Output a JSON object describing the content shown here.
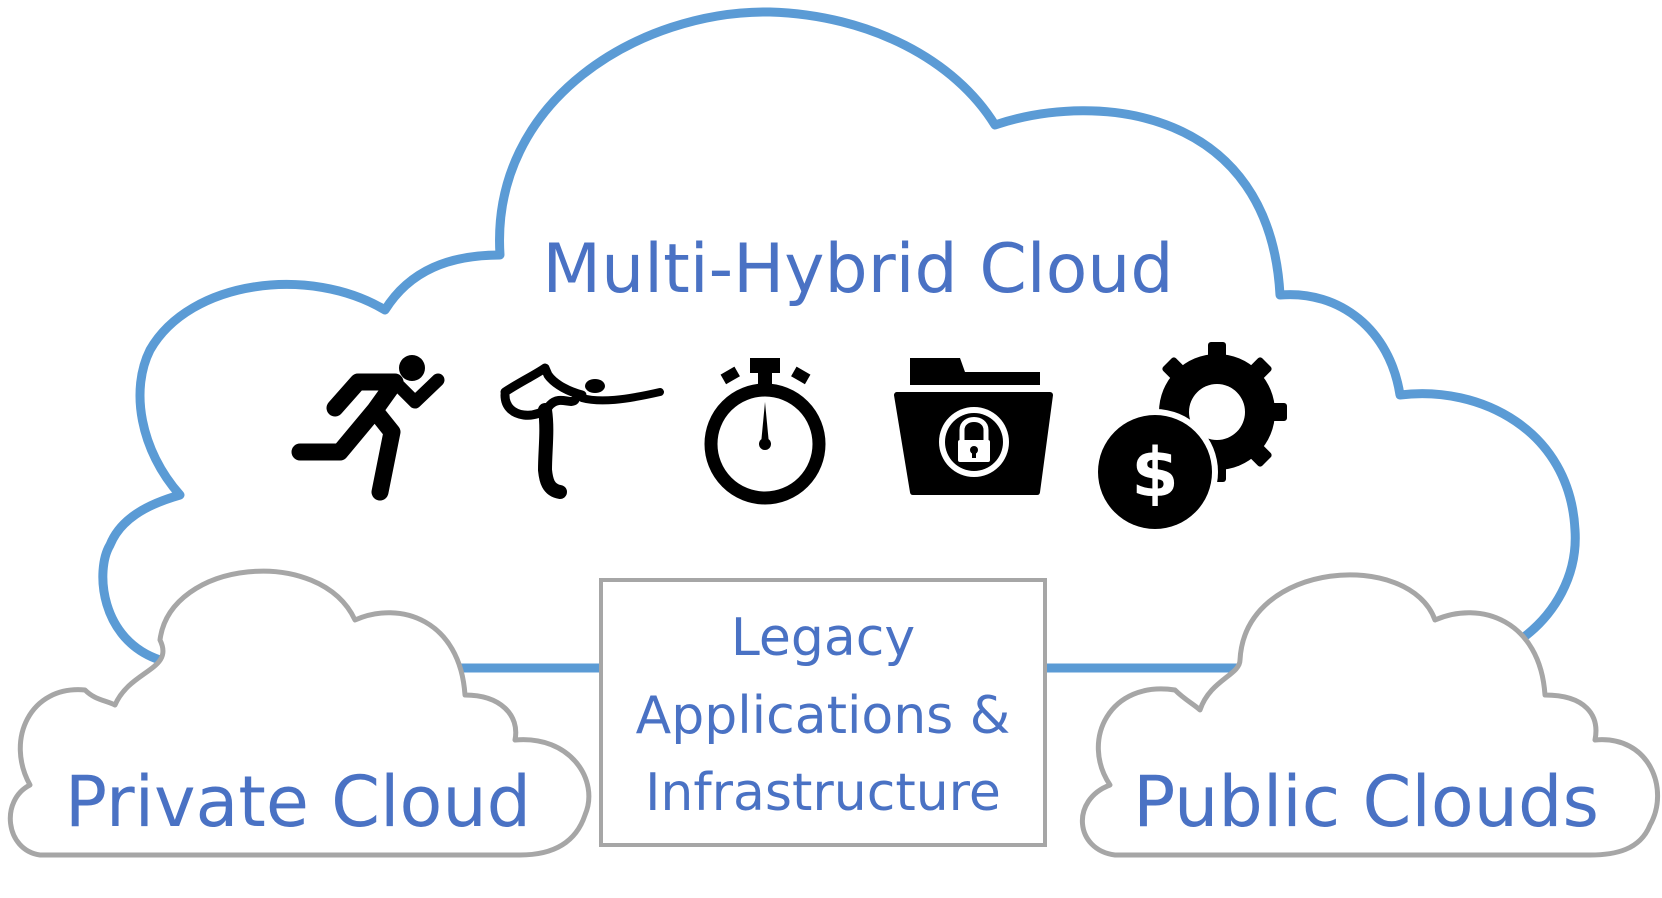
{
  "main_cloud": {
    "title": "Multi-Hybrid Cloud"
  },
  "private_cloud": {
    "label": "Private Cloud"
  },
  "public_clouds": {
    "label": "Public Clouds"
  },
  "legacy_box": {
    "lines": [
      "Legacy",
      "Applications &",
      "Infrastructure"
    ]
  },
  "icons": [
    "running-person-icon",
    "flexibility-pose-icon",
    "stopwatch-icon",
    "secure-folder-icon",
    "cost-gear-icon"
  ],
  "colors": {
    "main_cloud_stroke": "#5b9bd5",
    "side_cloud_stroke": "#a6a6a6",
    "text": "#4a72c4",
    "icon": "#000000"
  }
}
